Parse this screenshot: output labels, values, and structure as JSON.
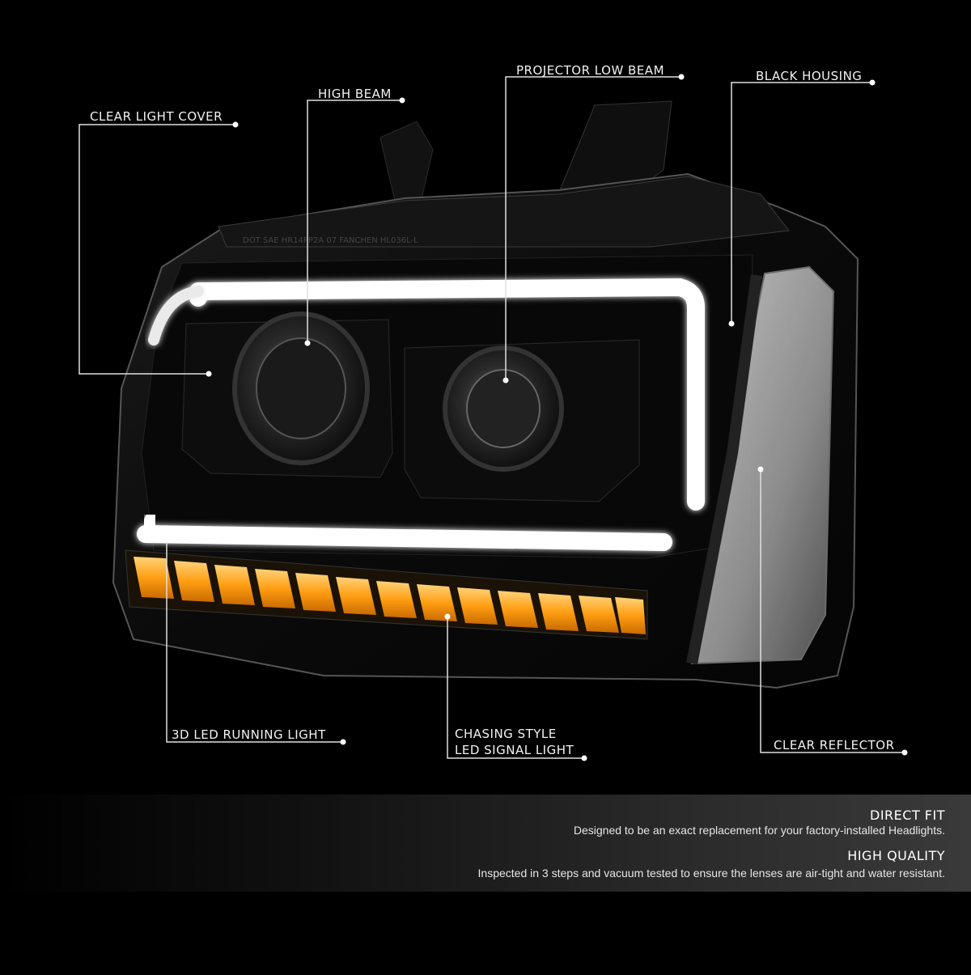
{
  "callouts": {
    "clear_light_cover": "CLEAR LIGHT COVER",
    "high_beam": "HIGH BEAM",
    "projector_low_beam": "PROJECTOR LOW BEAM",
    "black_housing": "BLACK HOUSING",
    "led_running_light": "3D LED RUNNING LIGHT",
    "chasing_signal_line1": "CHASING STYLE",
    "chasing_signal_line2": "LED SIGNAL LIGHT",
    "clear_reflector": "CLEAR REFLECTOR"
  },
  "features": [
    {
      "heading": "DIRECT FIT",
      "description": "Designed to be an exact replacement for your factory-installed Headlights."
    },
    {
      "heading": "HIGH QUALITY",
      "description": "Inspected in 3 steps and vacuum tested to ensure the lenses are air-tight and water resistant."
    }
  ],
  "colors": {
    "background": "#000000",
    "housing": "#0b0b0b",
    "drl_white": "#ffffff",
    "signal_amber": "#ffa21a",
    "callout_line": "#e0e0e0"
  },
  "headlight_markings": "DOT SAE HR14PP2A 07 FANCHEN HL036L-L"
}
